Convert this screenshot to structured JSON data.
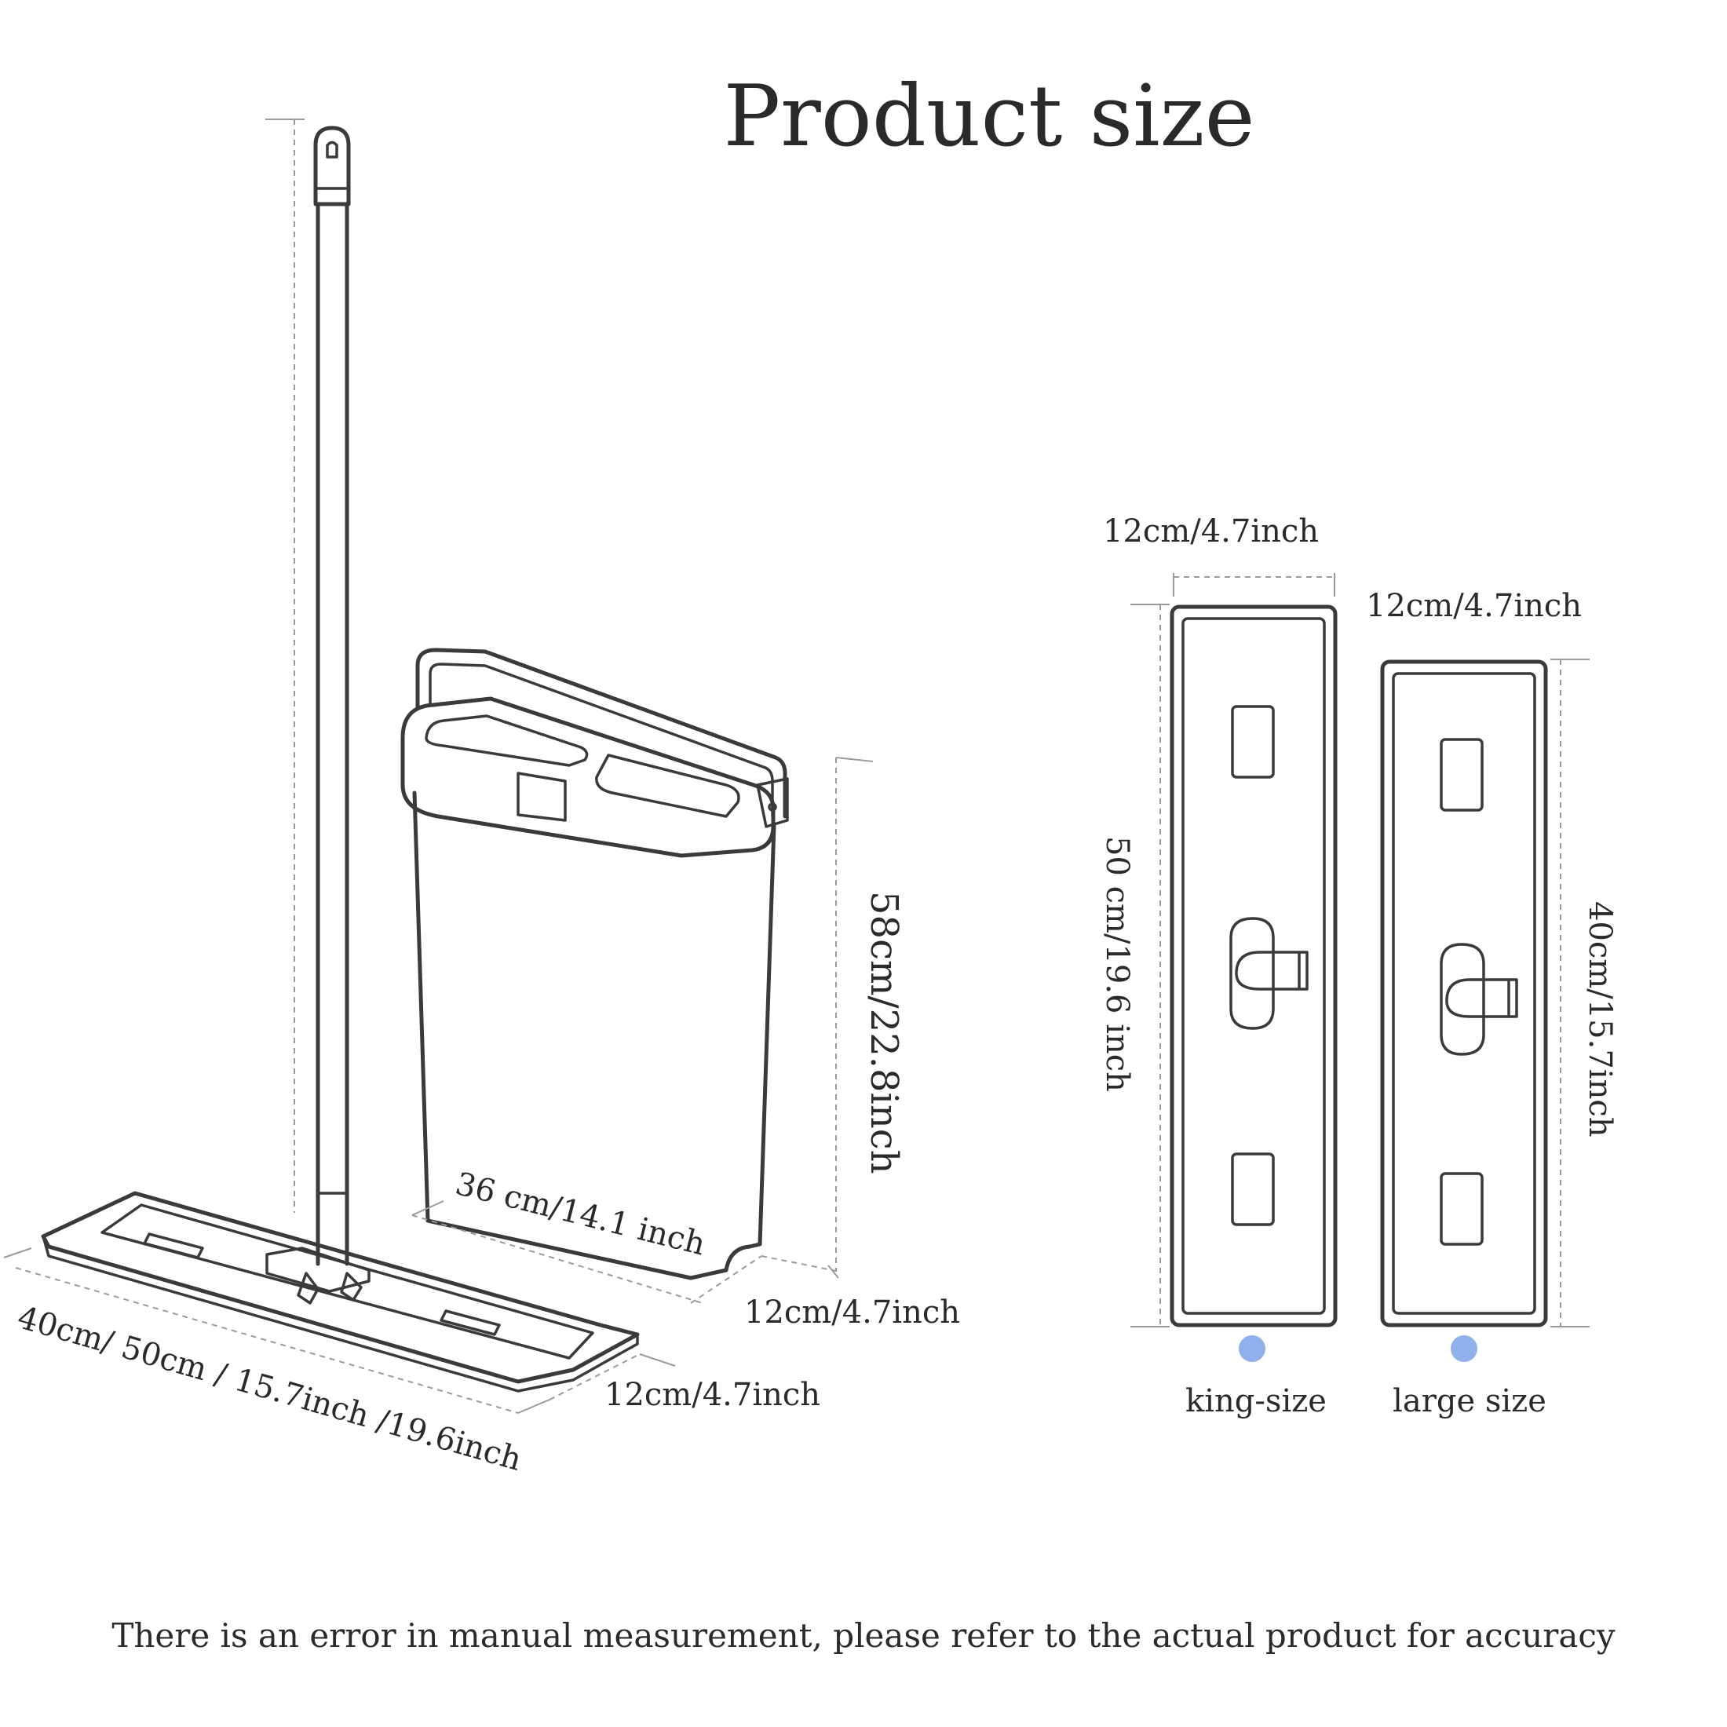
{
  "title": "Product size",
  "mop": {
    "pad_dimension_label": "40cm/ 50cm / 15.7inch /19.6inch",
    "pad_width_label": "12cm/4.7inch"
  },
  "bucket": {
    "length_label": "36 cm/14.1 inch",
    "width_label": "12cm/4.7inch",
    "height_label": "58cm/22.8inch"
  },
  "pads": [
    {
      "name": "king-size",
      "width_label": "12cm/4.7inch",
      "length_label": "50 cm/19.6 inch",
      "dot_color": "#8fb0ea"
    },
    {
      "name": "large size",
      "width_label": "12cm/4.7inch",
      "length_label": "40cm/15.7inch",
      "dot_color": "#8fb0ea"
    }
  ],
  "footer_note": "There is an error in manual measurement, please refer to the actual product for accuracy"
}
